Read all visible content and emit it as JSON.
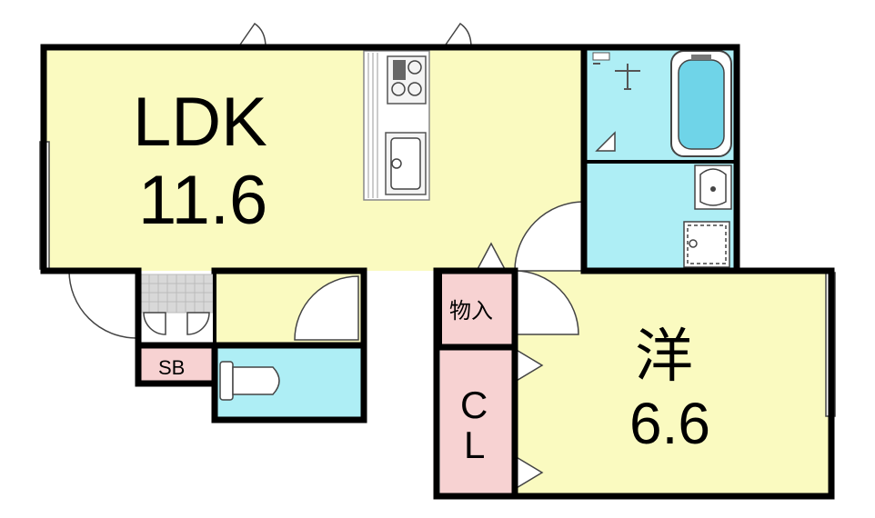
{
  "rooms": {
    "ldk": {
      "name": "LDK",
      "size": "11.6"
    },
    "western": {
      "name": "洋",
      "size": "6.6"
    },
    "storage": {
      "name": "物入"
    },
    "shoe_box": {
      "name": "SB"
    },
    "closet": {
      "line1": "C",
      "line2": "L"
    }
  },
  "colors": {
    "living": "#fafac0",
    "wet": "#aeeef5",
    "storage": "#f7d2d2",
    "wall": "#000000",
    "tile": "#d8d8d8"
  }
}
